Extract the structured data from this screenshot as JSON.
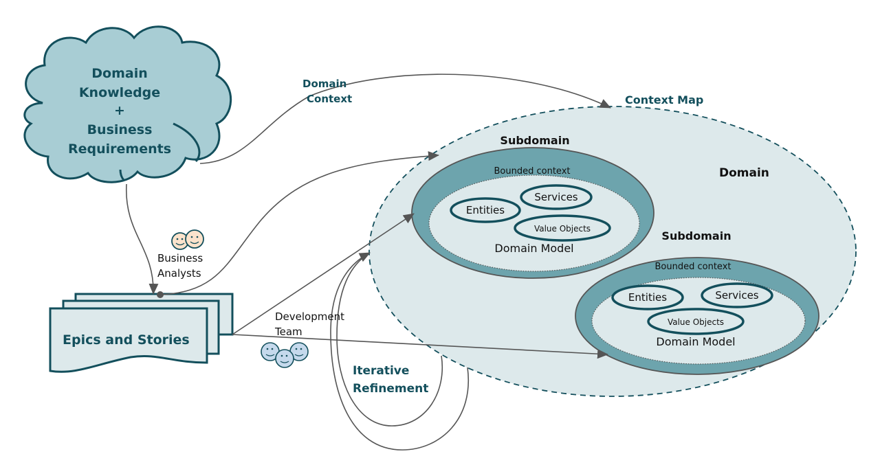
{
  "colors": {
    "teal_dark": "#134f5c",
    "cloud_fill": "#a8cdd4",
    "domain_fill": "#dde9eb",
    "bounded_fill": "#6da4ad",
    "connector": "#555555",
    "analyst_face": "#fbe3cc",
    "dev_face": "#c5d9ec"
  },
  "cloud": {
    "lines": [
      "Domain",
      "Knowledge",
      "+",
      "Business",
      "Requirements"
    ]
  },
  "labels": {
    "domain_context": [
      "Domain",
      "Context"
    ],
    "context_map": "Context Map",
    "domain": "Domain",
    "business_analysts": [
      "Business",
      "Analysts"
    ],
    "development_team": [
      "Development",
      "Team"
    ],
    "iterative_refinement": [
      "Iterative",
      "Refinement"
    ]
  },
  "epics": {
    "label": "Epics and Stories"
  },
  "subdomains": [
    {
      "title": "Subdomain",
      "bounded_context": "Bounded context",
      "model_label": "Domain Model",
      "items": [
        "Entities",
        "Services",
        "Value Objects"
      ]
    },
    {
      "title": "Subdomain",
      "bounded_context": "Bounded context",
      "model_label": "Domain Model",
      "items": [
        "Entities",
        "Services",
        "Value Objects"
      ]
    }
  ]
}
